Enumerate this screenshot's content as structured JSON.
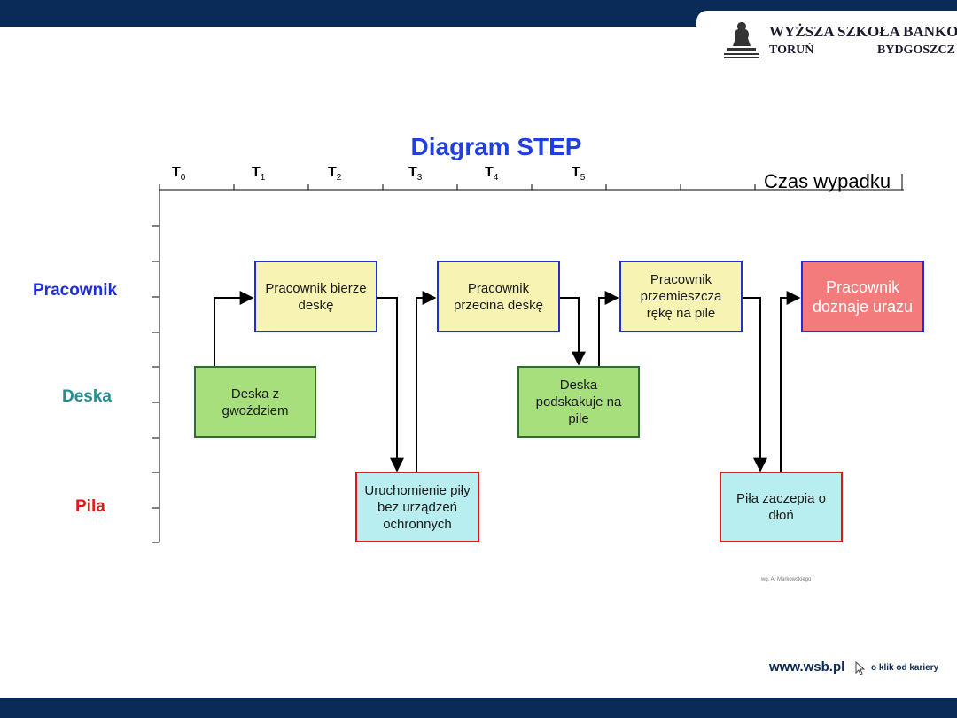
{
  "header": {
    "school_name": "WYŻSZA SZKOŁA BANKOWA",
    "city_left": "TORUŃ",
    "city_right": "BYDGOSZCZ",
    "bar_color": "#0a2a57"
  },
  "diagram": {
    "title": "Diagram STEP",
    "time_caption": "Czas wypadku",
    "ticks": [
      {
        "main": "T",
        "sub": "0"
      },
      {
        "main": "T",
        "sub": "1"
      },
      {
        "main": "T",
        "sub": "2"
      },
      {
        "main": "T",
        "sub": "3"
      },
      {
        "main": "T",
        "sub": "4"
      },
      {
        "main": "T",
        "sub": "5"
      }
    ],
    "rows": {
      "worker": "Pracownik",
      "board": "Deska",
      "saw": "Pila"
    },
    "row_colors": {
      "worker": "#1f2fd8",
      "board": "#1f8f8f",
      "saw": "#e01818"
    },
    "events": {
      "board_nail": "Deska z gwoździem",
      "worker_takes": "Pracownik bierze deskę",
      "saw_start": "Uruchomienie piły bez urządzeń ochronnych",
      "worker_cuts": "Pracownik przecina deskę",
      "board_jumps": "Deska podskakuje na pile",
      "worker_moves": "Pracownik przemieszcza rękę na pile",
      "saw_catches": "Piła zaczepia o dłoń",
      "worker_injured": "Pracownik doznaje urazu"
    },
    "credit": "wg. A. Markowskiego"
  },
  "footer": {
    "url": "www.wsb.pl",
    "slogan": "o klik od kariery"
  }
}
